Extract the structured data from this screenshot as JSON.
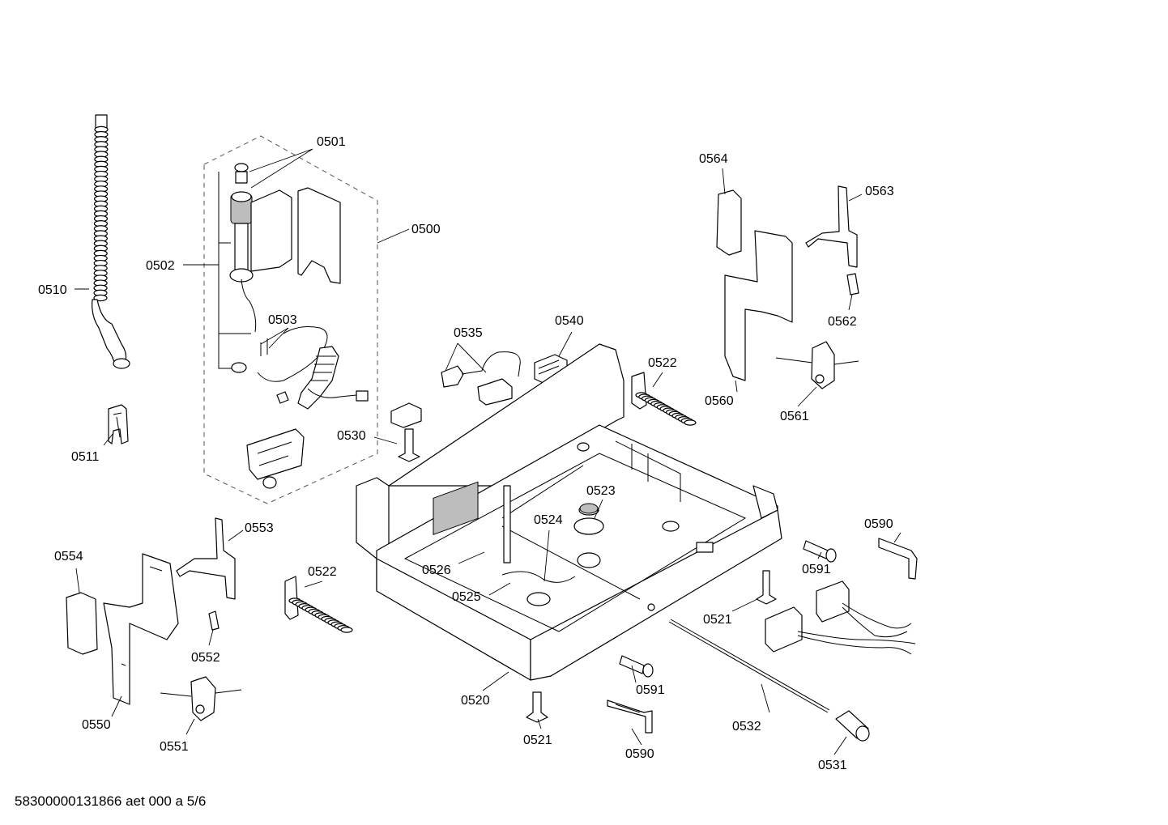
{
  "labels": {
    "l0500": "0500",
    "l0501": "0501",
    "l0502": "0502",
    "l0503": "0503",
    "l0510": "0510",
    "l0511": "0511",
    "l0520": "0520",
    "l0521a": "0521",
    "l0521b": "0521",
    "l0522a": "0522",
    "l0522b": "0522",
    "l0523": "0523",
    "l0524": "0524",
    "l0525": "0525",
    "l0526": "0526",
    "l0530": "0530",
    "l0531": "0531",
    "l0532": "0532",
    "l0535": "0535",
    "l0540": "0540",
    "l0550": "0550",
    "l0551": "0551",
    "l0552": "0552",
    "l0553": "0553",
    "l0554": "0554",
    "l0560": "0560",
    "l0561": "0561",
    "l0562": "0562",
    "l0563": "0563",
    "l0564": "0564",
    "l0590a": "0590",
    "l0590b": "0590",
    "l0591a": "0591",
    "l0591b": "0591"
  },
  "footer": "58300000131866 aet 000 a 5/6"
}
